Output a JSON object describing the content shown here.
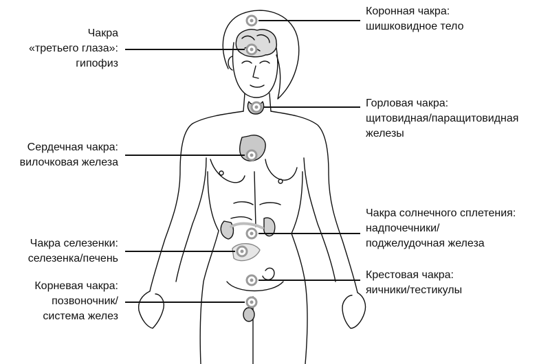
{
  "colors": {
    "outline": "#111111",
    "leader_line": "#111111",
    "organ_fill": "#c9c9c9",
    "point_ring": "#9a9a9a",
    "point_center": "#ffffff",
    "background": "#ffffff"
  },
  "chakras": [
    {
      "id": "crown",
      "side": "right",
      "lines": [
        "Коронная чакра:",
        "шишковидное тело"
      ]
    },
    {
      "id": "third-eye",
      "side": "left",
      "lines": [
        "Чакра",
        "«третьего глаза»:",
        "гипофиз"
      ]
    },
    {
      "id": "throat",
      "side": "right",
      "lines": [
        "Горловая чакра:",
        "щитовидная/паращитовидная",
        "железы"
      ]
    },
    {
      "id": "heart",
      "side": "left",
      "lines": [
        "Сердечная чакра:",
        "вилочковая железа"
      ]
    },
    {
      "id": "solar-plexus",
      "side": "right",
      "lines": [
        "Чакра солнечного сплетения:",
        "надпочечники/",
        "поджелудочная железа"
      ]
    },
    {
      "id": "spleen",
      "side": "left",
      "lines": [
        "Чакра селезенки:",
        "селезенка/печень"
      ]
    },
    {
      "id": "sacral",
      "side": "right",
      "lines": [
        "Крестовая чакра:",
        "яичники/тестикулы"
      ]
    },
    {
      "id": "root",
      "side": "left",
      "lines": [
        "Корневая чакра:",
        "позвоночник/",
        "система желез"
      ]
    }
  ]
}
